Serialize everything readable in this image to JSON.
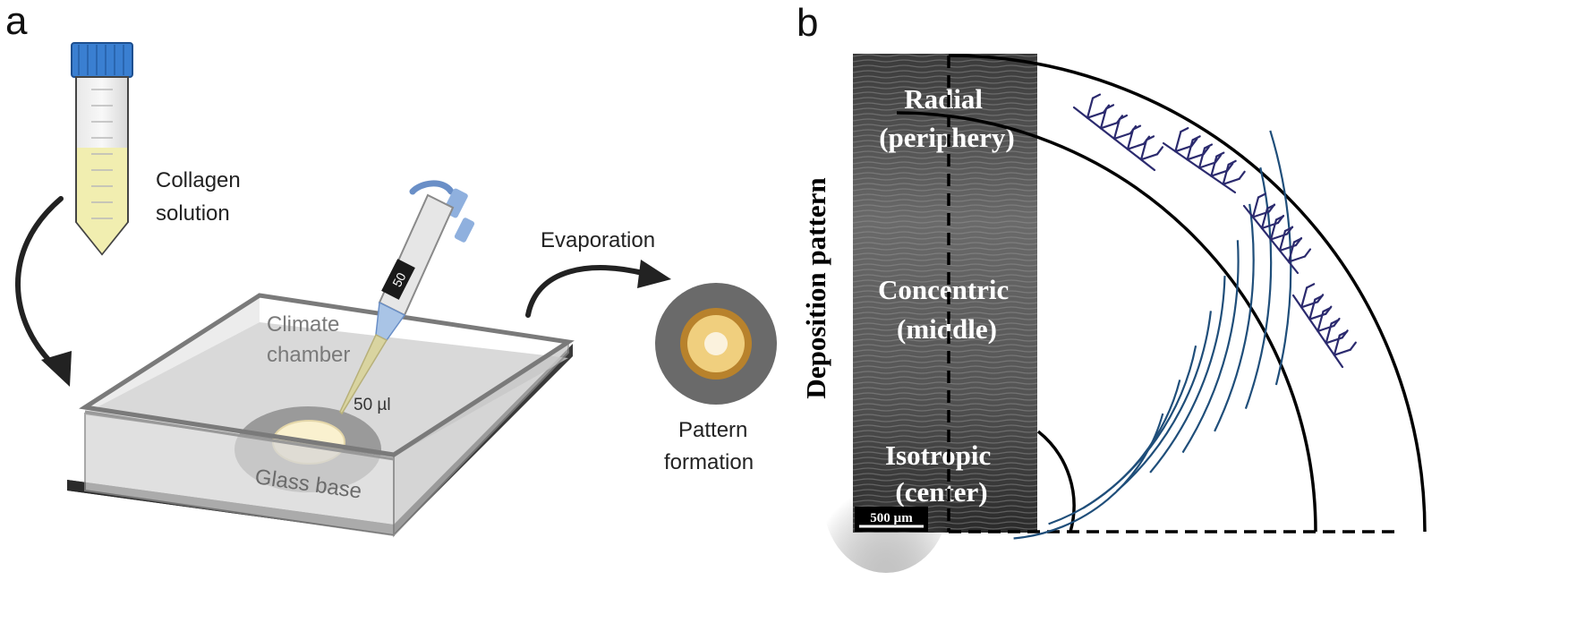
{
  "panel_a": {
    "letter": "a",
    "tube_label": [
      "Collagen",
      "solution"
    ],
    "pipette_volume": "50",
    "drop_volume": "50 µl",
    "chamber_label": [
      "Climate",
      "chamber"
    ],
    "base_label": "Glass base",
    "evaporation_label": "Evaporation",
    "pattern_label": [
      "Pattern",
      "formation"
    ]
  },
  "panel_b": {
    "letter": "b",
    "axis_label": "Deposition pattern",
    "zones": [
      {
        "title": "Radial",
        "sub": "(periphery)"
      },
      {
        "title": "Concentric",
        "sub": "(middle)"
      },
      {
        "title": "Isotropic",
        "sub": "(center)"
      }
    ],
    "scale_bar": "500 µm"
  },
  "colors": {
    "tube_cap": "#3a7fd1",
    "solution": "#f1eeb0",
    "chamber_base": "#3a3a3a",
    "glass_base": "#9a9a9a",
    "dome_outer": "#6a6a6a",
    "dome_ring": "#b8822c",
    "dome_inner": "#f0cf7e",
    "concentric_lines": "#1f4e7a",
    "radial_trees": "#2b2a6e"
  }
}
